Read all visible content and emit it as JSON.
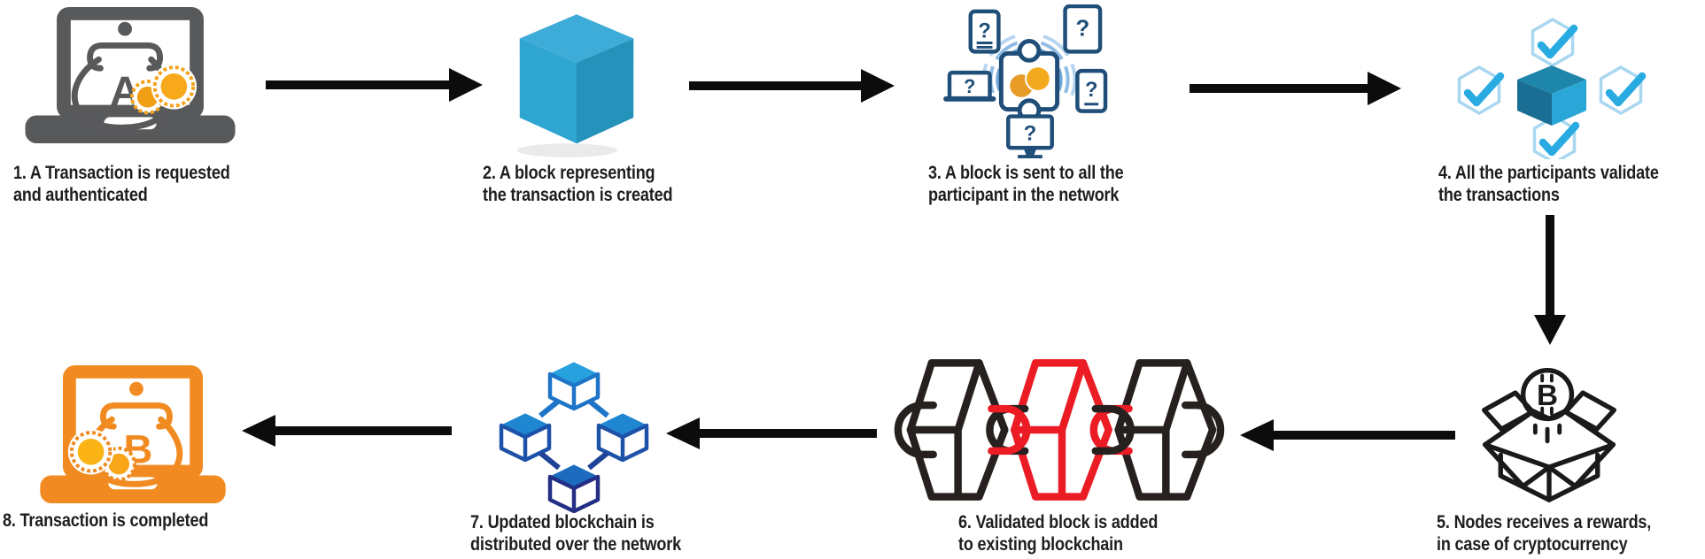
{
  "diagram_type": "blockchain-transaction-flow",
  "steps": [
    {
      "num": 1,
      "icon": "laptop-purse-a-icon",
      "lines": [
        "1. A Transaction is requested",
        "and authenticated"
      ]
    },
    {
      "num": 2,
      "icon": "block-cube-icon",
      "lines": [
        "2. A block representing",
        "the transaction is created"
      ]
    },
    {
      "num": 3,
      "icon": "broadcast-network-icon",
      "lines": [
        "3. A block is sent to all the",
        "participant in the network"
      ]
    },
    {
      "num": 4,
      "icon": "participants-validate-icon",
      "lines": [
        "4. All the participants validate",
        "the transactions"
      ]
    },
    {
      "num": 5,
      "icon": "bitcoin-reward-box-icon",
      "lines": [
        "5. Nodes receives a rewards,",
        "in case of cryptocurrency"
      ]
    },
    {
      "num": 6,
      "icon": "blockchain-chain-icon",
      "lines": [
        "6. Validated block is added",
        "to existing blockchain"
      ]
    },
    {
      "num": 7,
      "icon": "distributed-network-icon",
      "lines": [
        "7. Updated blockchain is",
        "distributed over the network"
      ]
    },
    {
      "num": 8,
      "icon": "laptop-purse-b-icon",
      "lines": [
        "8. Transaction is completed"
      ]
    }
  ],
  "arrows": [
    {
      "from": 1,
      "to": 2,
      "dir": "right"
    },
    {
      "from": 2,
      "to": 3,
      "dir": "right"
    },
    {
      "from": 3,
      "to": 4,
      "dir": "right"
    },
    {
      "from": 4,
      "to": 5,
      "dir": "down"
    },
    {
      "from": 5,
      "to": 6,
      "dir": "left"
    },
    {
      "from": 6,
      "to": 7,
      "dir": "left"
    },
    {
      "from": 7,
      "to": 8,
      "dir": "left"
    }
  ],
  "purse_letters": {
    "step1": "A",
    "step8": "B"
  },
  "bitcoin_symbol": "B",
  "question_mark": "?",
  "colors": {
    "c_text": "#1E1E1E",
    "c_arrow": "#0C0C0C",
    "c_laptop_gray": "#58595B",
    "c_coin_ring_a": "#F5A31D",
    "c_coin_fill_a": "#F7A81B",
    "c_coin_back_a": "#F09E14",
    "c_laptop_orange": "#F18B21",
    "c_coin_ring_b": "#EF8B22",
    "c_coin_fill_b": "#FBB315",
    "c_coin_back_b": "#F9A51A",
    "c_cube_top": "#3EACD8",
    "c_cube_left": "#2FA5D1",
    "c_cube_right": "#2492BB",
    "c_navy": "#1F4E79",
    "c_sig_in": "#6FA6D6",
    "c_sig_mid": "#8FBCE4",
    "c_sig_out": "#B7D5F0",
    "c_coin_nw_back": "#E89C28",
    "c_coin_nw_front": "#F2A91E",
    "c_hex": "#A9D7F0",
    "c_check": "#29ABE2",
    "c_vcube_top": "#1E85AB",
    "c_vcube_left": "#1A6E94",
    "c_vcube_right": "#2BA7D7",
    "c_box": "#1A1A1A",
    "c_chain_black": "#26211F",
    "c_chain_red": "#EC1C24",
    "c_n7_top_fill": "#27A0DE",
    "c_n7_top_stroke": "#1E74C6",
    "c_n7_side_fill": "#1F87D2",
    "c_n7_side_stroke": "#1D52A8",
    "c_n7_bot_fill": "#1C6BBE",
    "c_n7_bot_stroke": "#232E85",
    "c_n7_conn_top": "#1E74C6",
    "c_n7_conn_bot": "#20439A",
    "c_shadow": "#DCDCDC"
  }
}
